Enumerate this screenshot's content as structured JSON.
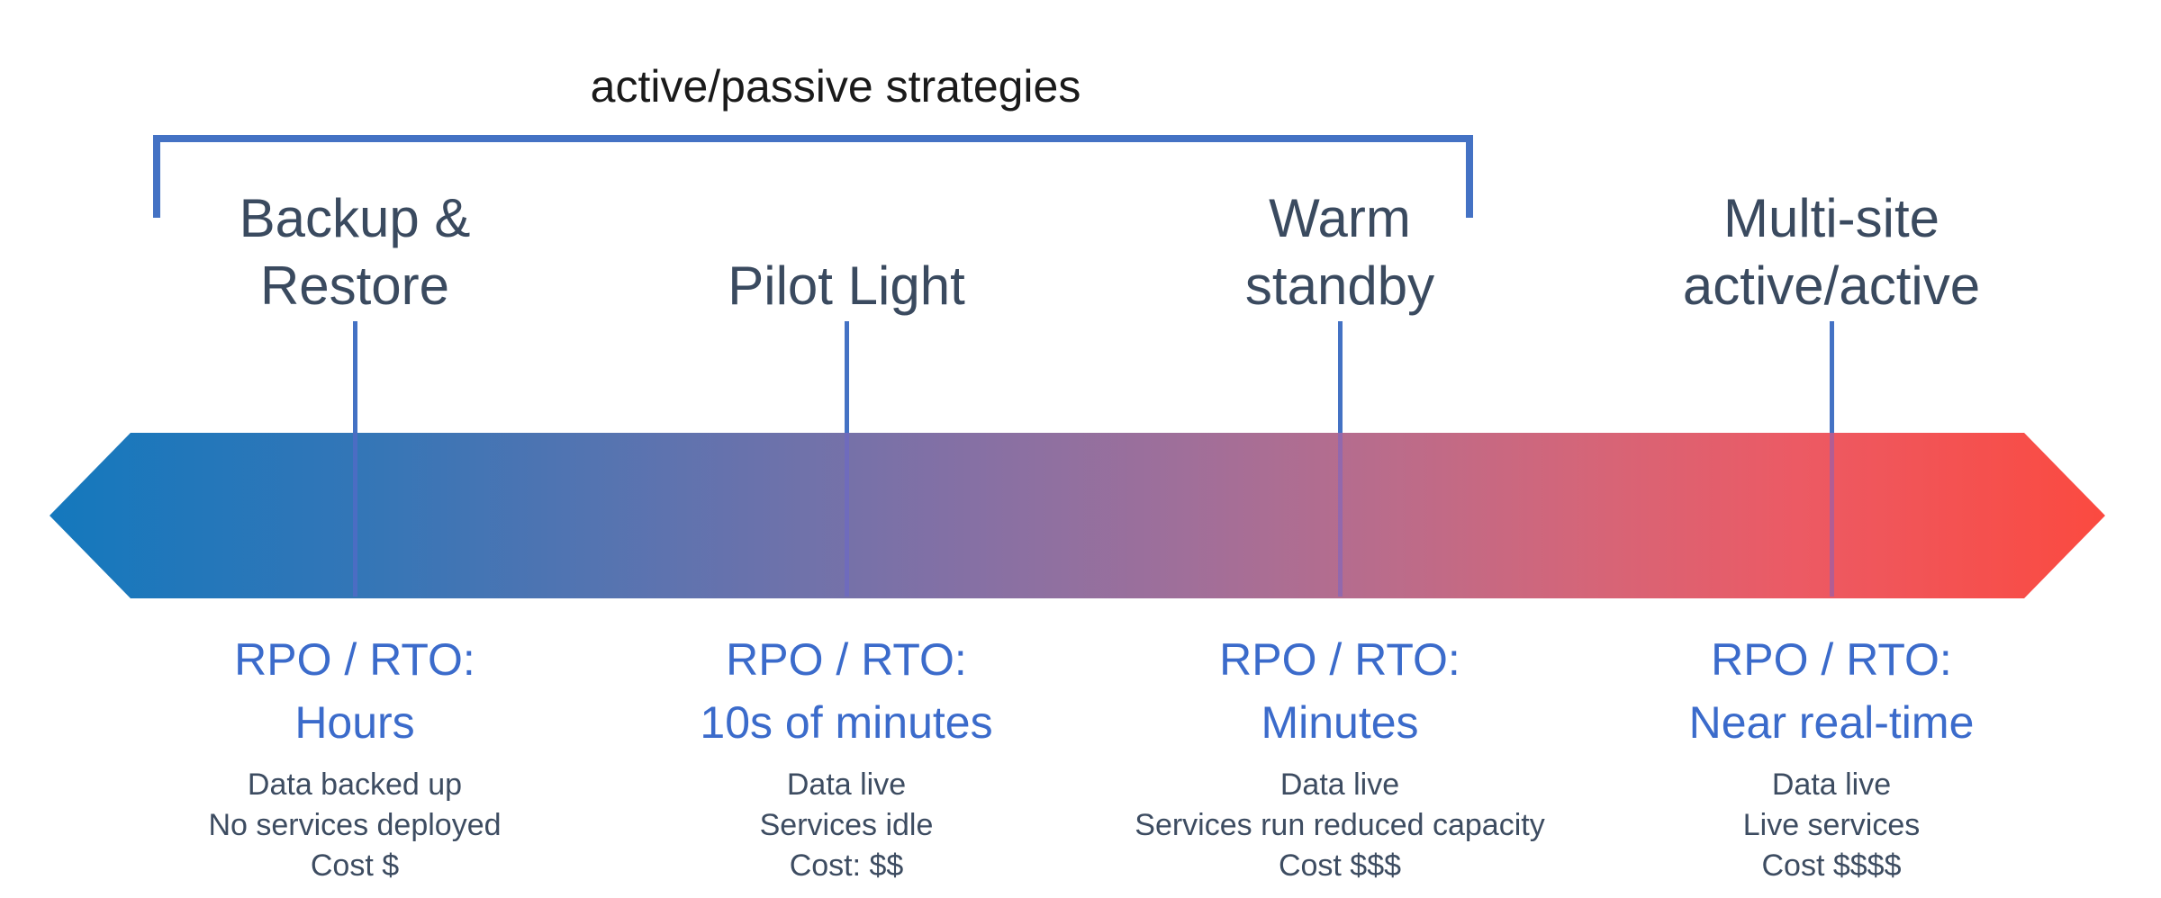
{
  "title": "active/passive strategies",
  "colors": {
    "title_text": "#1A1A1A",
    "strategy_text": "#3A4A5F",
    "rpo_text": "#3B6BCB",
    "description_text": "#3D4C61",
    "bracket_line": "#4472C4",
    "connector_line": "#4472C4",
    "arrow_gradient_start": "#1478BD",
    "arrow_gradient_mid": "#9F6F9A",
    "arrow_gradient_end": "#FB4A40"
  },
  "bracket": {
    "covers": [
      "Backup & Restore",
      "Pilot Light",
      "Warm standby"
    ]
  },
  "strategies": [
    {
      "name": "Backup &\nRestore",
      "rpo_label": "RPO / RTO:",
      "rpo_value": "Hours",
      "description": "Data backed up\nNo services deployed\nCost $"
    },
    {
      "name": "Pilot Light",
      "rpo_label": "RPO / RTO:",
      "rpo_value": "10s of minutes",
      "description": "Data live\nServices idle\nCost: $$"
    },
    {
      "name": "Warm\nstandby",
      "rpo_label": "RPO / RTO:",
      "rpo_value": "Minutes",
      "description": "Data live\nServices run reduced capacity\nCost $$$"
    },
    {
      "name": "Multi-site\nactive/active",
      "rpo_label": "RPO / RTO:",
      "rpo_value": "Near real-time",
      "description": "Data live\nLive services\nCost $$$$"
    }
  ]
}
